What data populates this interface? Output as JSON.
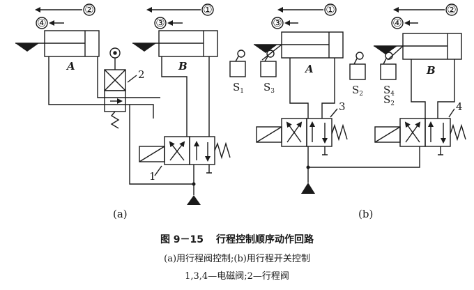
{
  "figure": {
    "panel_a_label": "(a)",
    "panel_b_label": "(b)",
    "arrows": {
      "a_left": {
        "num1": "④",
        "num2": "②"
      },
      "a_right": {
        "num1": "③",
        "num2": "①"
      },
      "b_left": {
        "num1": "③",
        "num2": "①"
      },
      "b_right": {
        "num1": "④",
        "num2": "②"
      }
    },
    "cylinders": {
      "a_left": "A",
      "a_right": "B",
      "b_left": "A",
      "b_right": "B"
    },
    "callouts": {
      "one": "1",
      "two": "2",
      "three": "3",
      "four": "4"
    },
    "switches": {
      "s1": "S",
      "s1_sub": "1",
      "s3": "S",
      "s3_sub": "3",
      "s2": "S",
      "s2_sub": "2",
      "s4": "S",
      "s4_sub": "4",
      "s2b": "S",
      "s2b_sub": "2"
    }
  },
  "caption": {
    "fig_no": "图 9－15",
    "title": "行程控制顺序动作回路",
    "subtitle": "(a)用行程阀控制;(b)用行程开关控制",
    "legend": "1,3,4—电磁阀;2—行程阀"
  }
}
